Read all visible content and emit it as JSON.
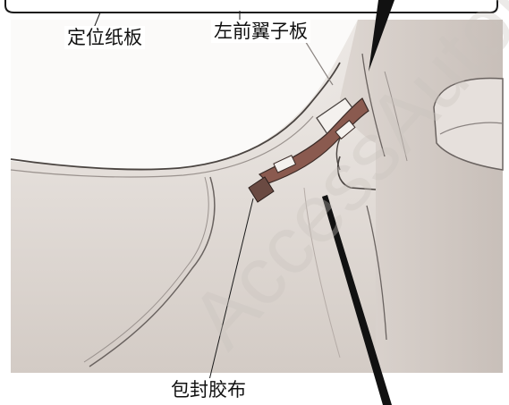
{
  "labels": {
    "locating_board": "定位纸板",
    "front_left_fender": "左前翼子板",
    "sealing_tape": "包封胶布"
  },
  "watermark": "AccessAutoInfo",
  "colors": {
    "tape": "#8a5a4f",
    "photo_light": "#f3f0ed",
    "photo_mid": "#d9d3ce",
    "outline": "#1a1a1a"
  }
}
